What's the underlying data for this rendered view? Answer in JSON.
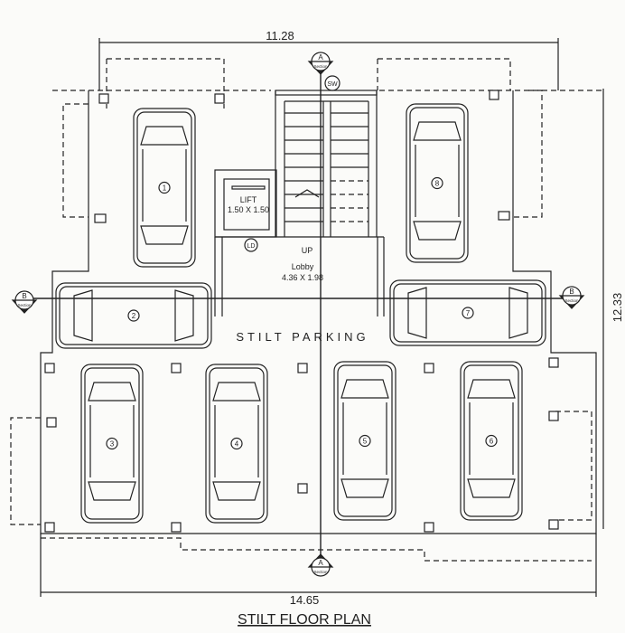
{
  "title": "STILT FLOOR PLAN",
  "dimensions": {
    "top": "11.28",
    "bottom": "14.65",
    "right": "12.33"
  },
  "lift": {
    "label": "LIFT",
    "size": "1.50 X 1.50",
    "door_tag": "LD"
  },
  "lobby": {
    "label": "Lobby",
    "size": "4.36 X 1.98"
  },
  "stair": {
    "direction": "UP",
    "tag": "SW"
  },
  "parking_label": "STILT PARKING",
  "sections": {
    "a_letter": "A",
    "b_letter": "B",
    "tag": "Section"
  },
  "cars": [
    "1",
    "2",
    "3",
    "4",
    "5",
    "6",
    "7",
    "8"
  ],
  "colors": {
    "ink": "#222222",
    "paper": "#fbfbf9"
  }
}
